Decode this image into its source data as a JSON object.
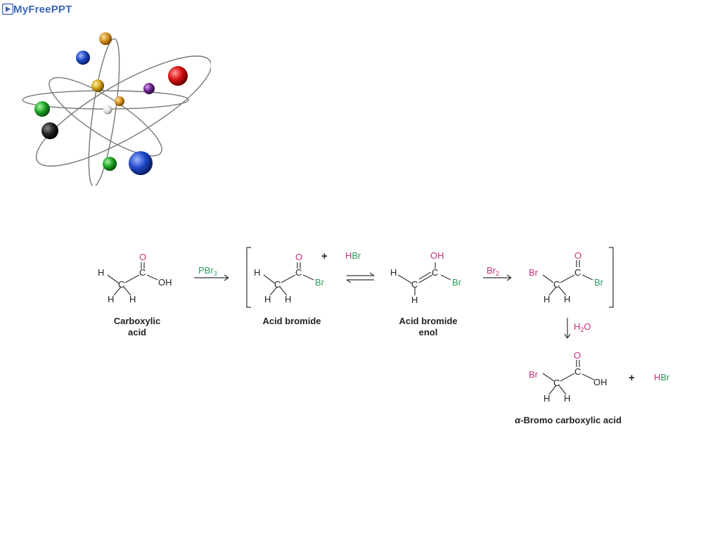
{
  "brand": {
    "name": "MyFreePPT",
    "color": "#3a66b7"
  },
  "colors": {
    "oxygen_bromine": "#c2337c",
    "reagent_green": "#2d9a5c",
    "bonds": "#333333"
  },
  "decoration": {
    "icon": "atom-model-icon"
  },
  "scheme": {
    "reactant": {
      "label_line1": "Carboxylic",
      "label_line2": "acid",
      "H": "H",
      "C": "C",
      "O": "O",
      "OH": "OH"
    },
    "step1": {
      "reagent": "PBr",
      "reagent_sub": "3"
    },
    "intermediate1": {
      "label": "Acid bromide",
      "H": "H",
      "C": "C",
      "O": "O",
      "Br": "Br"
    },
    "plus1": "+",
    "hbr1": {
      "H": "H",
      "Br": "Br"
    },
    "intermediate2": {
      "label_line1": "Acid bromide",
      "label_line2": "enol",
      "H": "H",
      "C": "C",
      "OH": "OH",
      "Br": "Br"
    },
    "step2": {
      "reagent": "Br",
      "reagent_sub": "2"
    },
    "intermediate3": {
      "H": "H",
      "C": "C",
      "O": "O",
      "Br": "Br"
    },
    "step3": {
      "reagent_H": "H",
      "reagent_sub": "2",
      "reagent_O": "O"
    },
    "product": {
      "label_alpha": "α",
      "label_rest": "-Bromo carboxylic acid",
      "H": "H",
      "C": "C",
      "O": "O",
      "OH": "OH",
      "Br": "Br"
    },
    "plus2": "+",
    "hbr2": {
      "H": "H",
      "Br": "Br"
    }
  }
}
